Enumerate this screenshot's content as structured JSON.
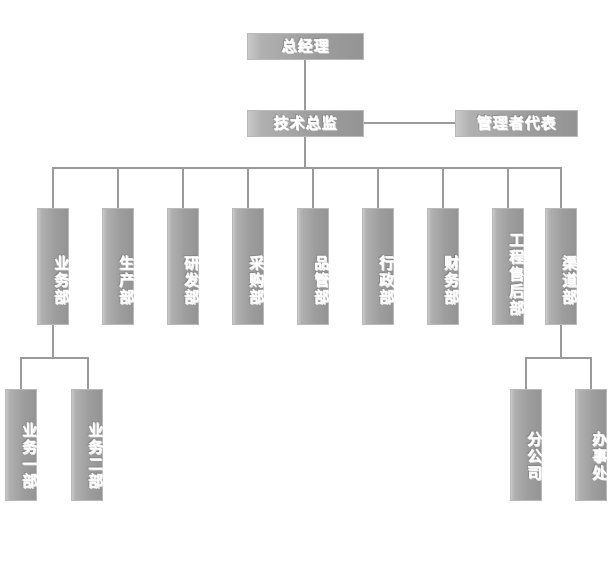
{
  "chart_type": "organization-chart",
  "language": "zh-CN",
  "colors": {
    "box_fill_light": "#c9c9c9",
    "box_fill_dark": "#949494",
    "box_border": "#b9b9b9",
    "connector": "#9a9a9a",
    "text": "#ffffff",
    "background": "#ffffff"
  },
  "levels": {
    "level1": {
      "nodes": [
        {
          "id": "general-manager",
          "label": "总经理"
        }
      ]
    },
    "level2": {
      "nodes": [
        {
          "id": "technical-director",
          "label": "技术总监"
        },
        {
          "id": "management-representative",
          "label": "管理者代表"
        }
      ]
    },
    "level3": {
      "nodes": [
        {
          "id": "business-dept",
          "label": "业务部"
        },
        {
          "id": "production-dept",
          "label": "生产部"
        },
        {
          "id": "rnd-dept",
          "label": "研发部"
        },
        {
          "id": "purchasing-dept",
          "label": "采购部"
        },
        {
          "id": "quality-dept",
          "label": "品管部"
        },
        {
          "id": "administration-dept",
          "label": "行政部"
        },
        {
          "id": "finance-dept",
          "label": "财务部"
        },
        {
          "id": "engineering-aftersales-dept",
          "label": "工程售后部"
        },
        {
          "id": "channel-dept",
          "label": "渠道部"
        }
      ]
    },
    "level4": {
      "nodes": [
        {
          "id": "business-unit-1",
          "label": "业务一部"
        },
        {
          "id": "business-unit-2",
          "label": "业务二部"
        },
        {
          "id": "branch-company",
          "label": "分公司"
        },
        {
          "id": "branch-office",
          "label": "办事处"
        }
      ]
    }
  }
}
